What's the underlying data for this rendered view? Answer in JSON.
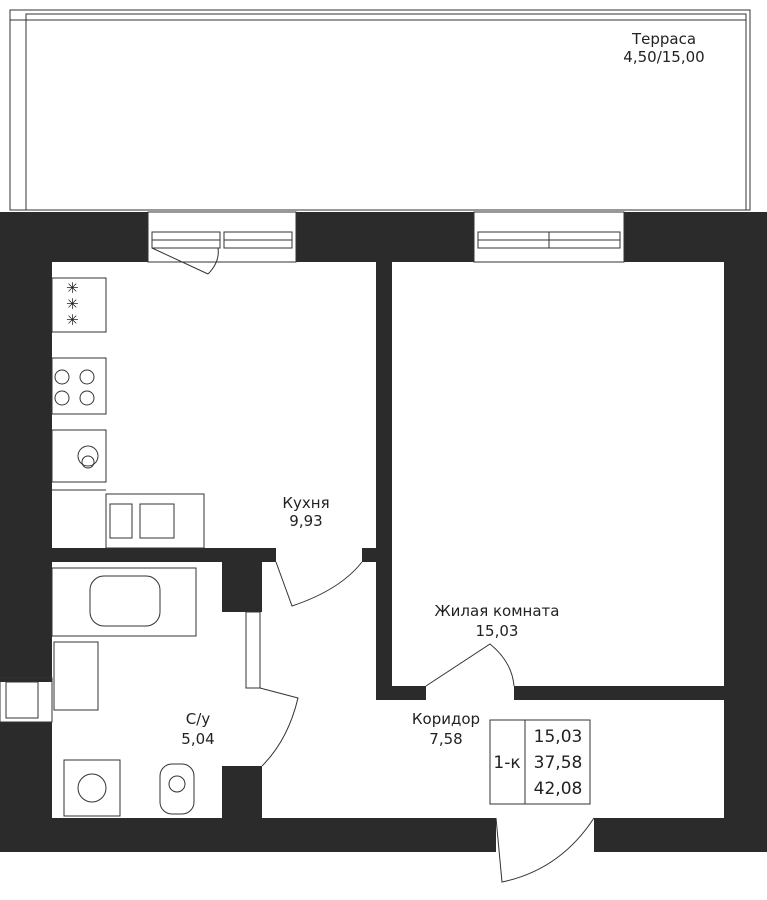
{
  "rooms": {
    "terrace": {
      "name": "Терраса",
      "area": "4,50/15,00"
    },
    "kitchen": {
      "name": "Кухня",
      "area": "9,93"
    },
    "living": {
      "name": "Жилая комната",
      "area": "15,03"
    },
    "corridor": {
      "name": "Коридор",
      "area": "7,58"
    },
    "bathroom": {
      "name": "С/у",
      "area": "5,04"
    }
  },
  "summary": {
    "type": "1-к",
    "living_area": "15,03",
    "total_area": "37,58",
    "total_with_terrace": "42,08"
  },
  "colors": {
    "wall": "#2b2b2b",
    "line": "#333333",
    "background": "#ffffff"
  }
}
